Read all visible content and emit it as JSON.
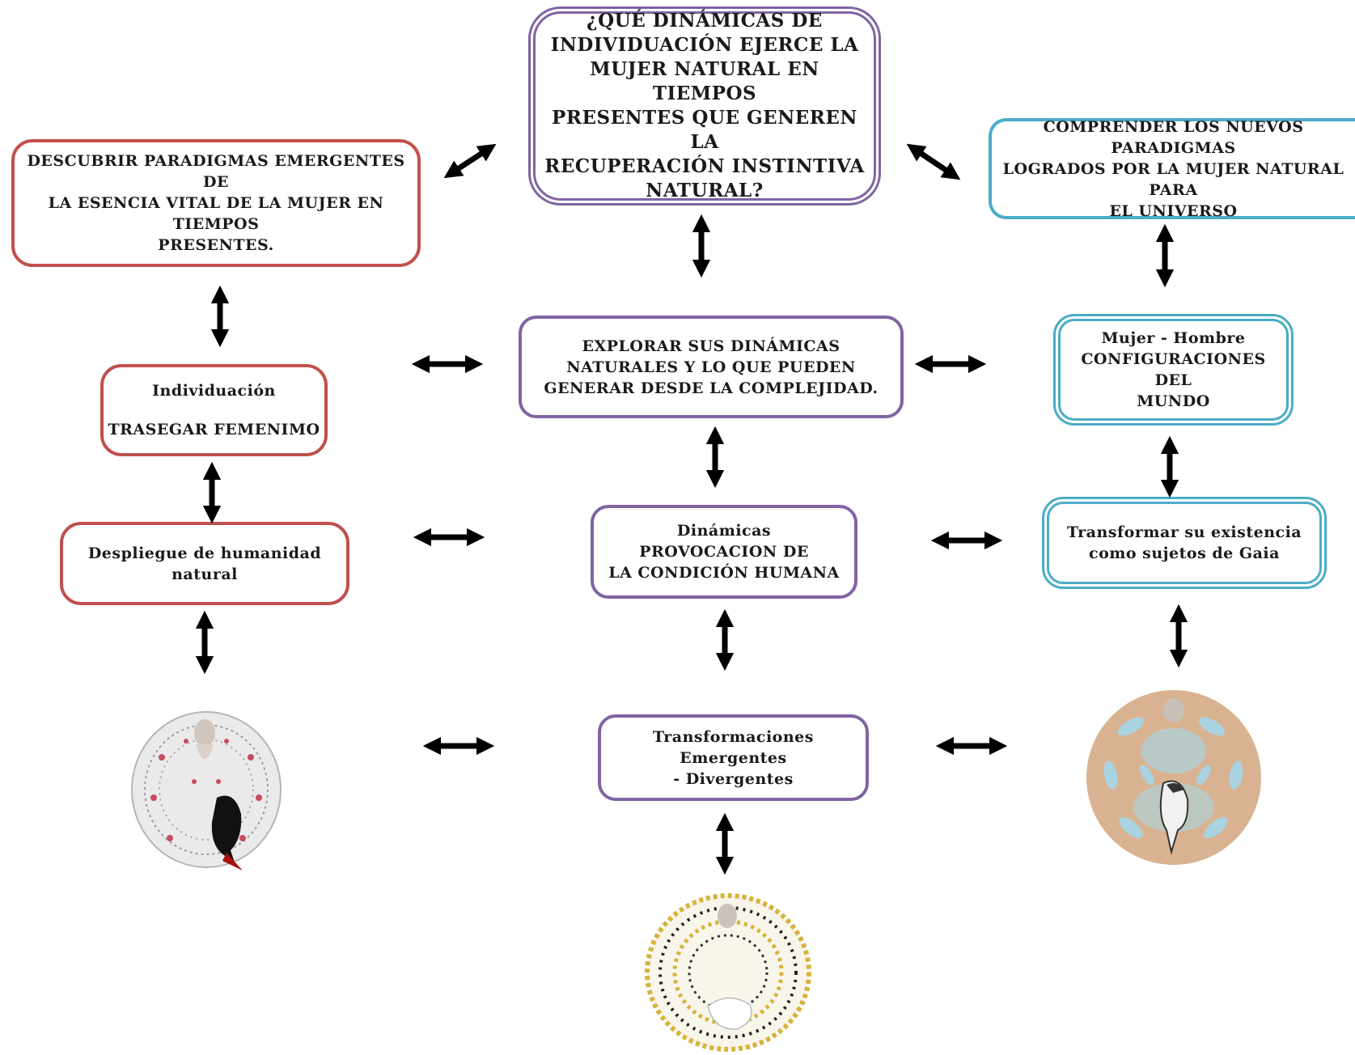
{
  "center_question": {
    "lines": [
      "¿QUÉ DINÁMICAS DE",
      "INDIVIDUACIÓN EJERCE LA",
      "MUJER NATURAL EN TIEMPOS",
      "PRESENTES QUE GENEREN LA",
      "RECUPERACIÓN INSTINTIVA",
      "NATURAL?"
    ]
  },
  "left_objective": {
    "lines": [
      "DESCUBRIR PARADIGMAS EMERGENTES DE",
      "LA ESENCIA VITAL DE LA MUJER EN TIEMPOS",
      "PRESENTES."
    ]
  },
  "right_objective": {
    "lines": [
      "COMPRENDER LOS NUEVOS PARADIGMAS",
      "LOGRADOS POR LA MUJER NATURAL PARA",
      "EL UNIVERSO"
    ]
  },
  "center_explore": {
    "lines": [
      "EXPLORAR SUS DINÁMICAS",
      "NATURALES Y LO QUE PUEDEN",
      "GENERAR DESDE LA  COMPLEJIDAD."
    ]
  },
  "left_individuacion": {
    "title": "Individuación",
    "subtitle": "TRASEGAR FEMENIMO"
  },
  "right_mujer_hombre": {
    "lines": [
      "Mujer - Hombre",
      "CONFIGURACIONES DEL",
      "MUNDO"
    ]
  },
  "left_despliegue": {
    "lines": [
      "Despliegue de humanidad",
      "natural"
    ]
  },
  "center_dinamicas": {
    "lines": [
      "Dinámicas",
      "PROVOCACION DE",
      "LA CONDICIÓN HUMANA"
    ]
  },
  "right_transformar": {
    "lines": [
      "Transformar su existencia",
      "como sujetos de Gaia"
    ]
  },
  "center_transformaciones": {
    "lines": [
      "Transformaciones Emergentes",
      "- Divergentes"
    ]
  },
  "images": {
    "left": "mandala-woman-black-bird",
    "center": "mandala-woman-white-bird",
    "right": "mandala-woman-kookaburra"
  },
  "colors": {
    "red": "#c0504d",
    "purple": "#8064a2",
    "teal": "#4bacc6",
    "arrow": "#000000"
  }
}
